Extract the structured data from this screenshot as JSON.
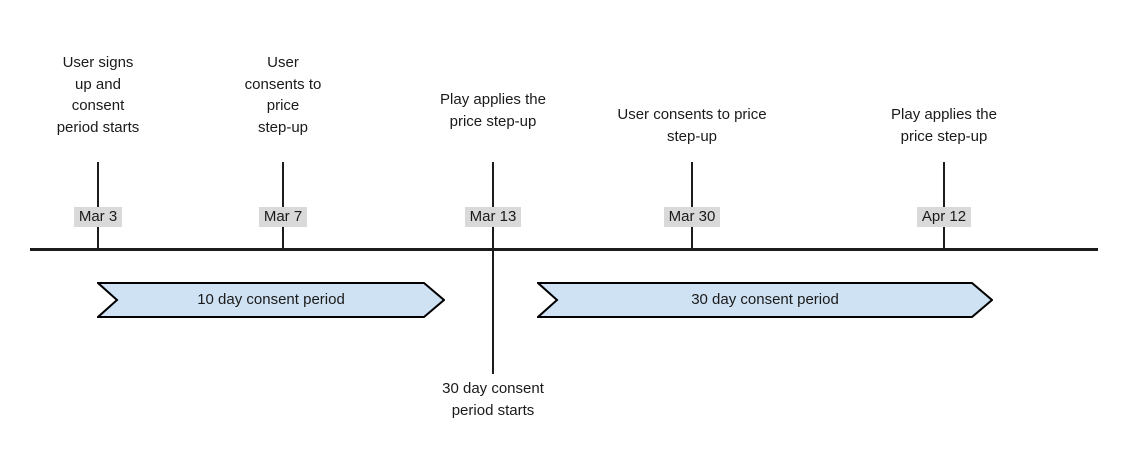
{
  "diagram": {
    "type": "timeline",
    "events": [
      {
        "date": "Mar 3",
        "label": "User signs\nup and\nconsent\nperiod starts"
      },
      {
        "date": "Mar 7",
        "label": "User\nconsents to\nprice\nstep-up"
      },
      {
        "date": "Mar 13",
        "label": "Play applies the\nprice step-up",
        "below_label": "30 day consent\nperiod starts"
      },
      {
        "date": "Mar 30",
        "label": "User consents to price\nstep-up"
      },
      {
        "date": "Apr 12",
        "label": "Play applies the\nprice step-up"
      }
    ],
    "periods": [
      {
        "label": "10 day consent period"
      },
      {
        "label": "30 day consent period"
      }
    ],
    "colors": {
      "canvas_bg": "#ffffff",
      "text": "#1a1a1a",
      "line": "#1c1c1c",
      "date_bg": "#d9d9d9",
      "period_fill": "#cfe2f3",
      "period_border": "#000000"
    }
  }
}
